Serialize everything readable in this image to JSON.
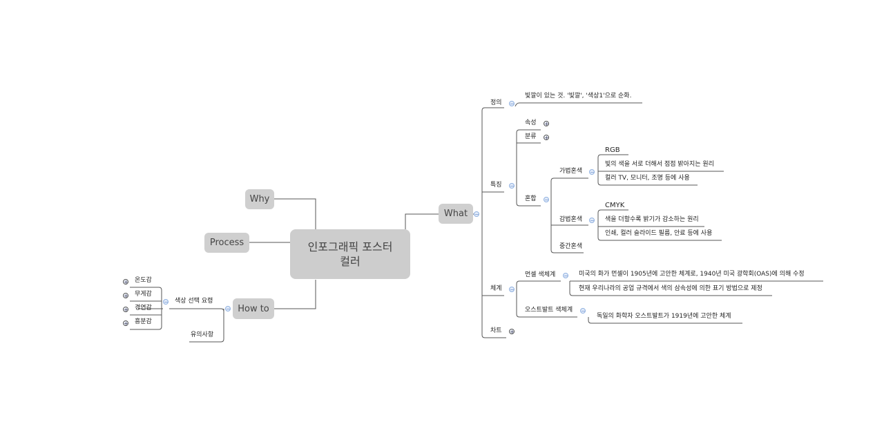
{
  "root": {
    "label_line1": "인포그래픽 포스터",
    "label_line2": "컬러"
  },
  "main_topics": {
    "why": "Why",
    "process": "Process",
    "how_to": "How to",
    "what": "What"
  },
  "what": {
    "definition": {
      "label": "정의",
      "detail": "빛깔이 있는 것. '빛깔', '색상1'으로 순화."
    },
    "features": {
      "label": "특징",
      "attribute": "속성",
      "classification": "분류",
      "mixing": {
        "label": "혼합",
        "additive": {
          "label": "가법혼색",
          "items": [
            "RGB",
            "빛의 색을 서로 더해서 점점 밝아지는 원리",
            "컬러 TV, 모니터, 조명 등에 사용"
          ]
        },
        "subtractive": {
          "label": "감법혼색",
          "items": [
            "CMYK",
            "색을 더할수록 밝기가 감소하는 원리",
            "인쇄, 컬러 슬라이드 필름, 안료 등에 사용"
          ]
        },
        "intermediate": {
          "label": "중간혼색"
        }
      }
    },
    "system": {
      "label": "체계",
      "munsell": {
        "label": "먼셀 색체계",
        "items": [
          "미국의 화가 먼셀이 1905년에 고안한 체계로, 1940년 미국 광학회(OAS)에 의해 수정",
          "현재 우리나라의 공업 규격에서 색의 삼속성에 의한 표기 방법으로 제정"
        ]
      },
      "ostwald": {
        "label": "오스트발트 색체계",
        "items": [
          "독일의 화학자 오스트발트가 1919년에 고안한 체계"
        ]
      }
    },
    "chart": {
      "label": "차트"
    }
  },
  "how_to": {
    "selection": {
      "label": "색상 선택 요령",
      "items": [
        "온도감",
        "무게감",
        "경연감",
        "흥분감"
      ]
    },
    "cautions": {
      "label": "유의사항"
    }
  },
  "icons": {
    "collapse": "⊖",
    "expand": "⊕",
    "minus": "−",
    "plus": "+"
  },
  "colors": {
    "node_fill": "#cfcfcf",
    "line": "#555555",
    "collapse_icon": "#8fb0e0"
  }
}
